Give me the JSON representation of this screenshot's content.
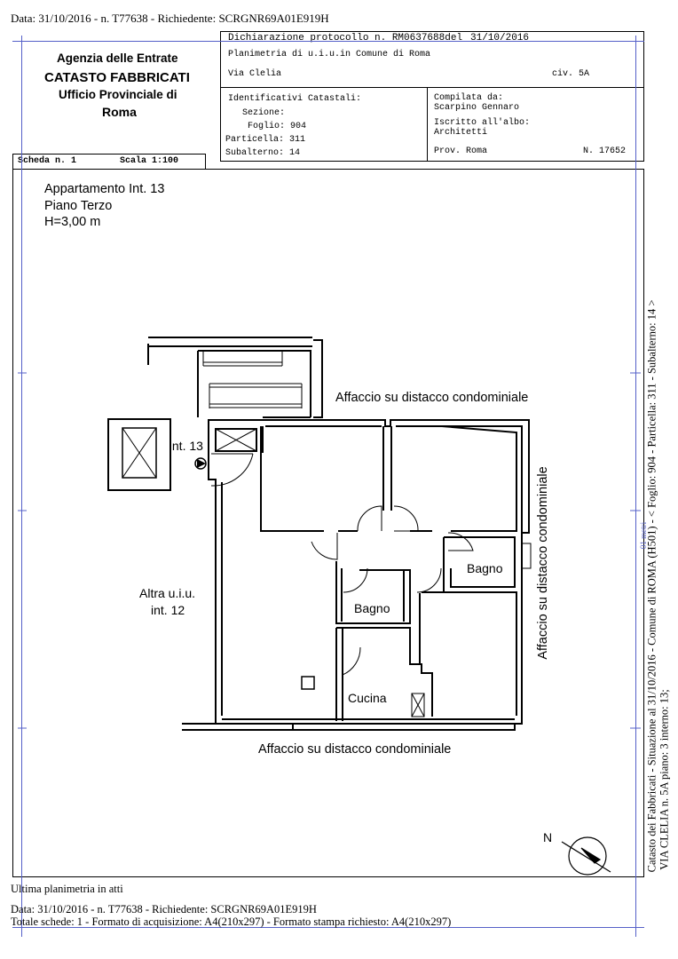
{
  "top_line": "Data: 31/10/2016 - n. T77638 - Richiedente: SCRGNR69A01E919H",
  "agency": {
    "line1": "Agenzia delle Entrate",
    "line2": "CATASTO FABBRICATI",
    "line3": "Ufficio Provinciale di",
    "line4": "Roma"
  },
  "header": {
    "dichiarazione": "Dichiarazione protocollo n. RM0637688del",
    "dichiarazione_date": "31/10/2016",
    "planimetria": "Planimetria di u.i.u.in Comune di Roma",
    "via": "Via Clelia",
    "civ": "civ. 5A",
    "identificativi": "Identificativi Catastali:",
    "sezione": "Sezione:",
    "foglio": "Foglio: 904",
    "particella": "Particella: 311",
    "subalterno": "Subalterno: 14",
    "compilata": "Compilata da:",
    "compilatore": "Scarpino Gennaro",
    "iscritto": "Iscritto all'albo:",
    "albo": "Architetti",
    "prov": "Prov. Roma",
    "numero": "N. 17652"
  },
  "scheda": "Scheda n. 1",
  "scala": "Scala 1:100",
  "plan": {
    "title1": "Appartamento Int. 13",
    "title2": "Piano Terzo",
    "title3": "H=3,00 m",
    "int13": "Int. 13",
    "affaccio_top": "Affaccio su distacco condominiale",
    "affaccio_right": "Affaccio su distacco condominiale",
    "affaccio_bottom": "Affaccio su distacco condominiale",
    "altra1": "Altra u.i.u.",
    "altra2": "int. 12",
    "bagno1": "Bagno",
    "bagno2": "Bagno",
    "cucina": "Cucina",
    "north": "N",
    "side_mark": "01 metri"
  },
  "side_text": {
    "line1": "Catasto dei Fabbricati - Situazione al 31/10/2016 - Comune di ROMA (H501) - < Foglio: 904 - Particella: 311 - Subalterno: 14 >",
    "line2": "VIA CLELIA n. 5A piano: 3 interno: 13;"
  },
  "footer": {
    "ultima": "Ultima planimetria in atti",
    "data": "Data: 31/10/2016 - n. T77638 - Richiedente: SCRGNR69A01E919H",
    "totale": "Totale schede: 1 - Formato di acquisizione: A4(210x297)  - Formato stampa richiesto: A4(210x297)"
  }
}
